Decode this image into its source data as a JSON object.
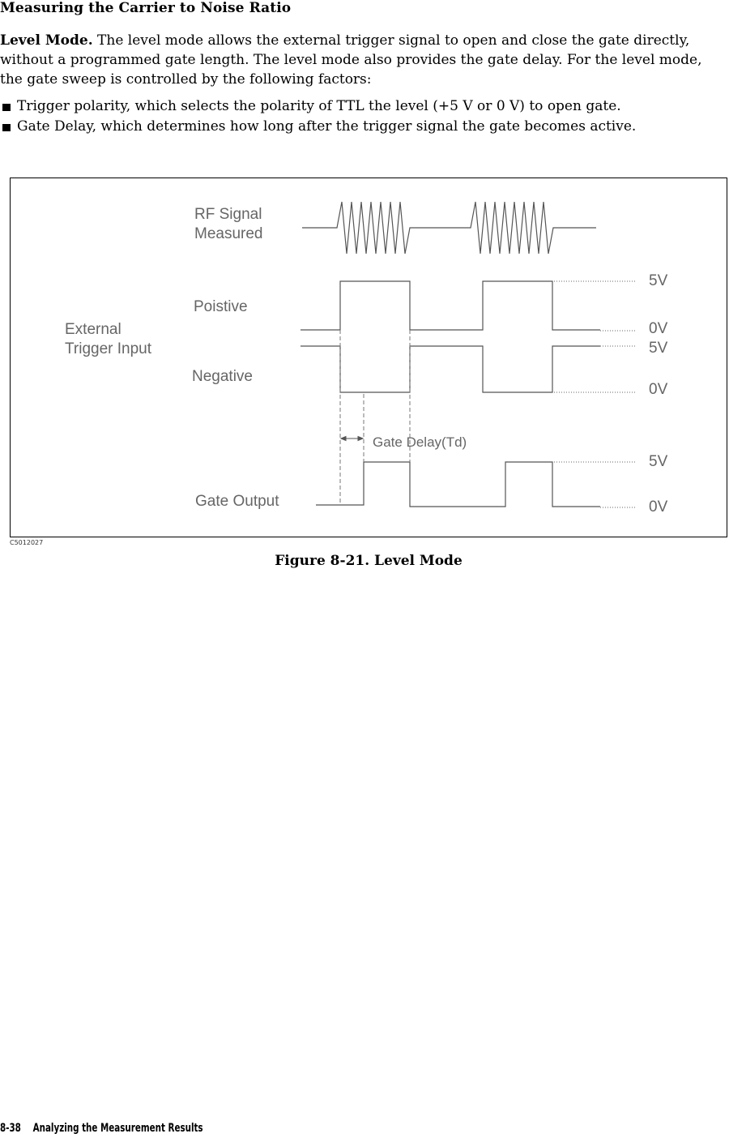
{
  "header": {
    "title": "Measuring the Carrier to Noise Ratio"
  },
  "paragraph": {
    "lead": "Level Mode.",
    "text": " The level mode allows the external trigger signal to open and close the gate directly, without a programmed gate length. The level mode also provides the gate delay. For the level mode, the gate sweep is controlled by the following factors:"
  },
  "bullets": [
    "Trigger polarity, which selects the polarity of TTL the level (+5 V or 0 V) to open gate.",
    "Gate Delay, which determines how long after the trigger signal the gate becomes active."
  ],
  "figure": {
    "labels": {
      "rf_line1": "RF Signal",
      "rf_line2": "Measured",
      "positive": "Poistive",
      "external_line1": "External",
      "external_line2": "Trigger Input",
      "negative": "Negative",
      "gate_delay": "Gate Delay(Td)",
      "gate_output": "Gate Output",
      "v5_a": "5V",
      "v0_a": "0V",
      "v5_b": "5V",
      "v0_b": "0V",
      "v5_c": "5V",
      "v0_c": "0V"
    },
    "id": "C5012027",
    "caption": "Figure 8-21. Level Mode"
  },
  "footer": {
    "page": "8-38",
    "section": "Analyzing the Measurement Results"
  }
}
